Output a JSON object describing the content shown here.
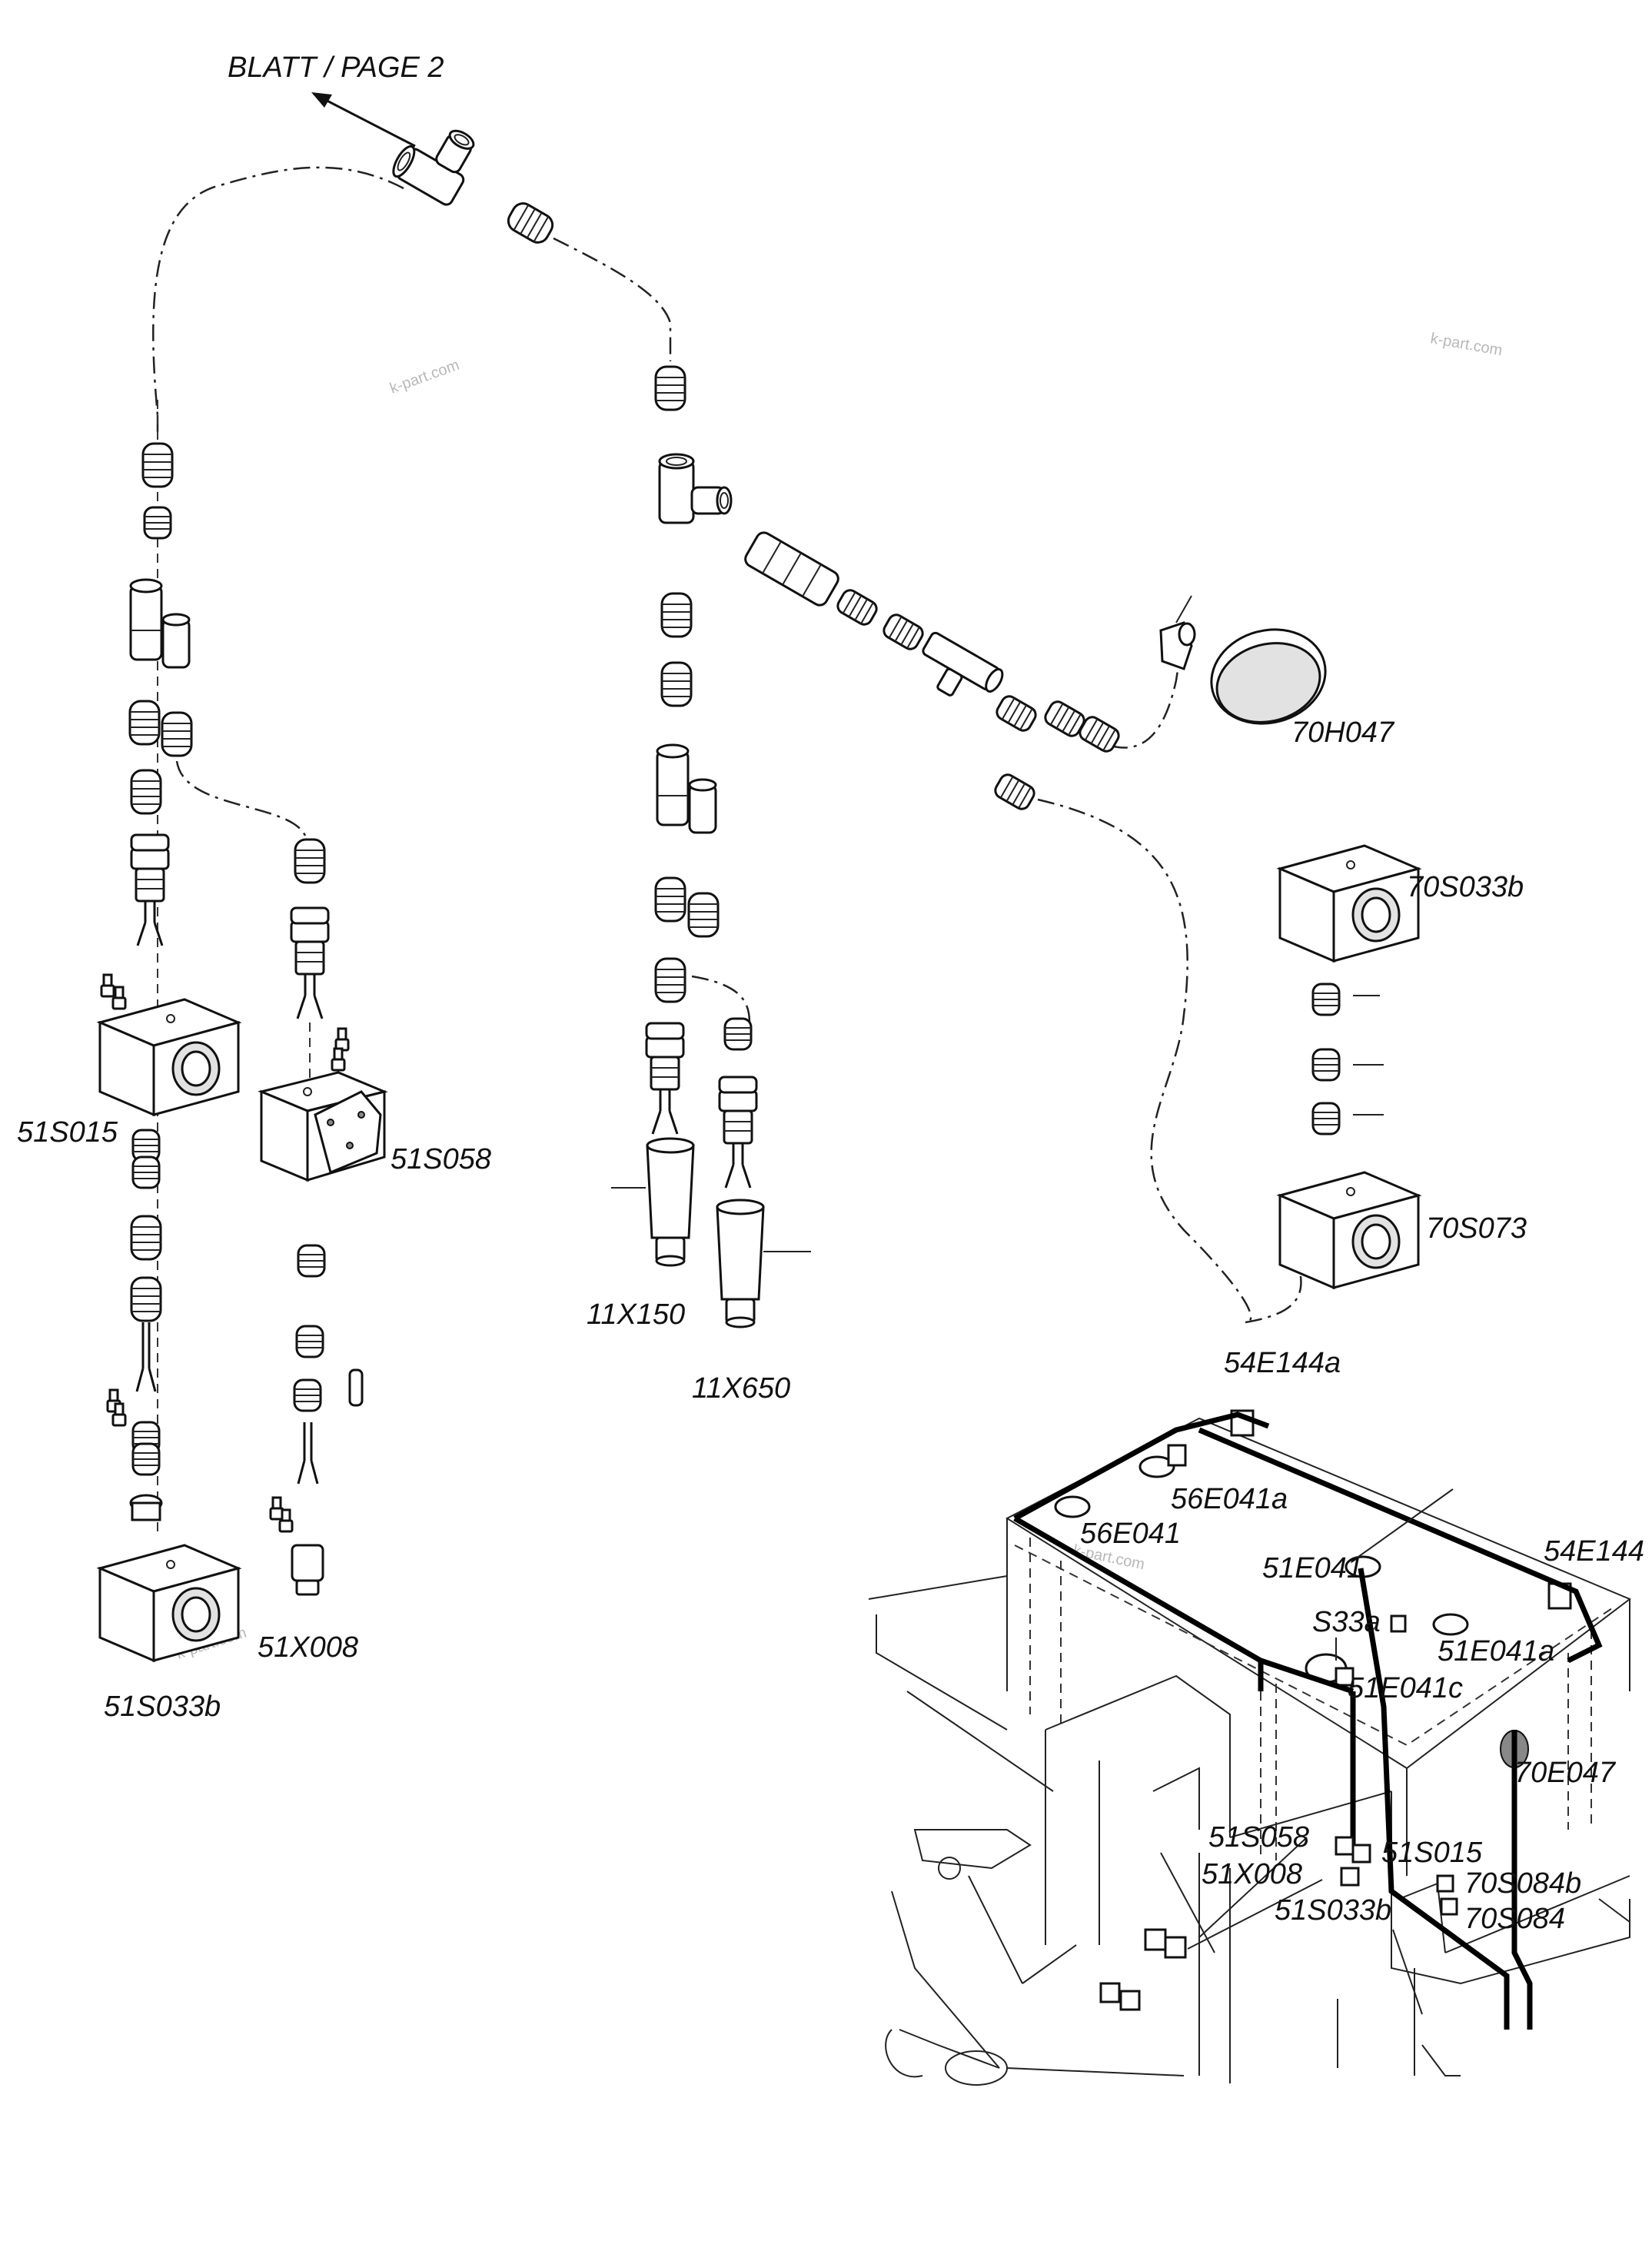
{
  "sheet_reference": "BLATT / PAGE 2",
  "watermark": "k-part.com",
  "parts": {
    "p70H047": "70H047",
    "p70S033b": "70S033b",
    "p70S073": "70S073",
    "p11X150": "11X150",
    "p11X650": "11X650",
    "p51S015": "51S015",
    "p51S058": "51S058",
    "p51S033b": "51S033b",
    "p51X008": "51X008"
  },
  "locations": {
    "l54E144a": "54E144a",
    "l56E041a": "56E041a",
    "l56E041": "56E041",
    "l51E041": "51E041",
    "l54E144": "54E144",
    "lS33a": "S33a",
    "l51E041a": "51E041a",
    "l51E041c": "51E041c",
    "l70E047": "70E047",
    "l51S058": "51S058",
    "l51X008": "51X008",
    "l51S015": "51S015",
    "l70S084b": "70S084b",
    "l51S033b": "51S033b",
    "l70S084": "70S084"
  }
}
